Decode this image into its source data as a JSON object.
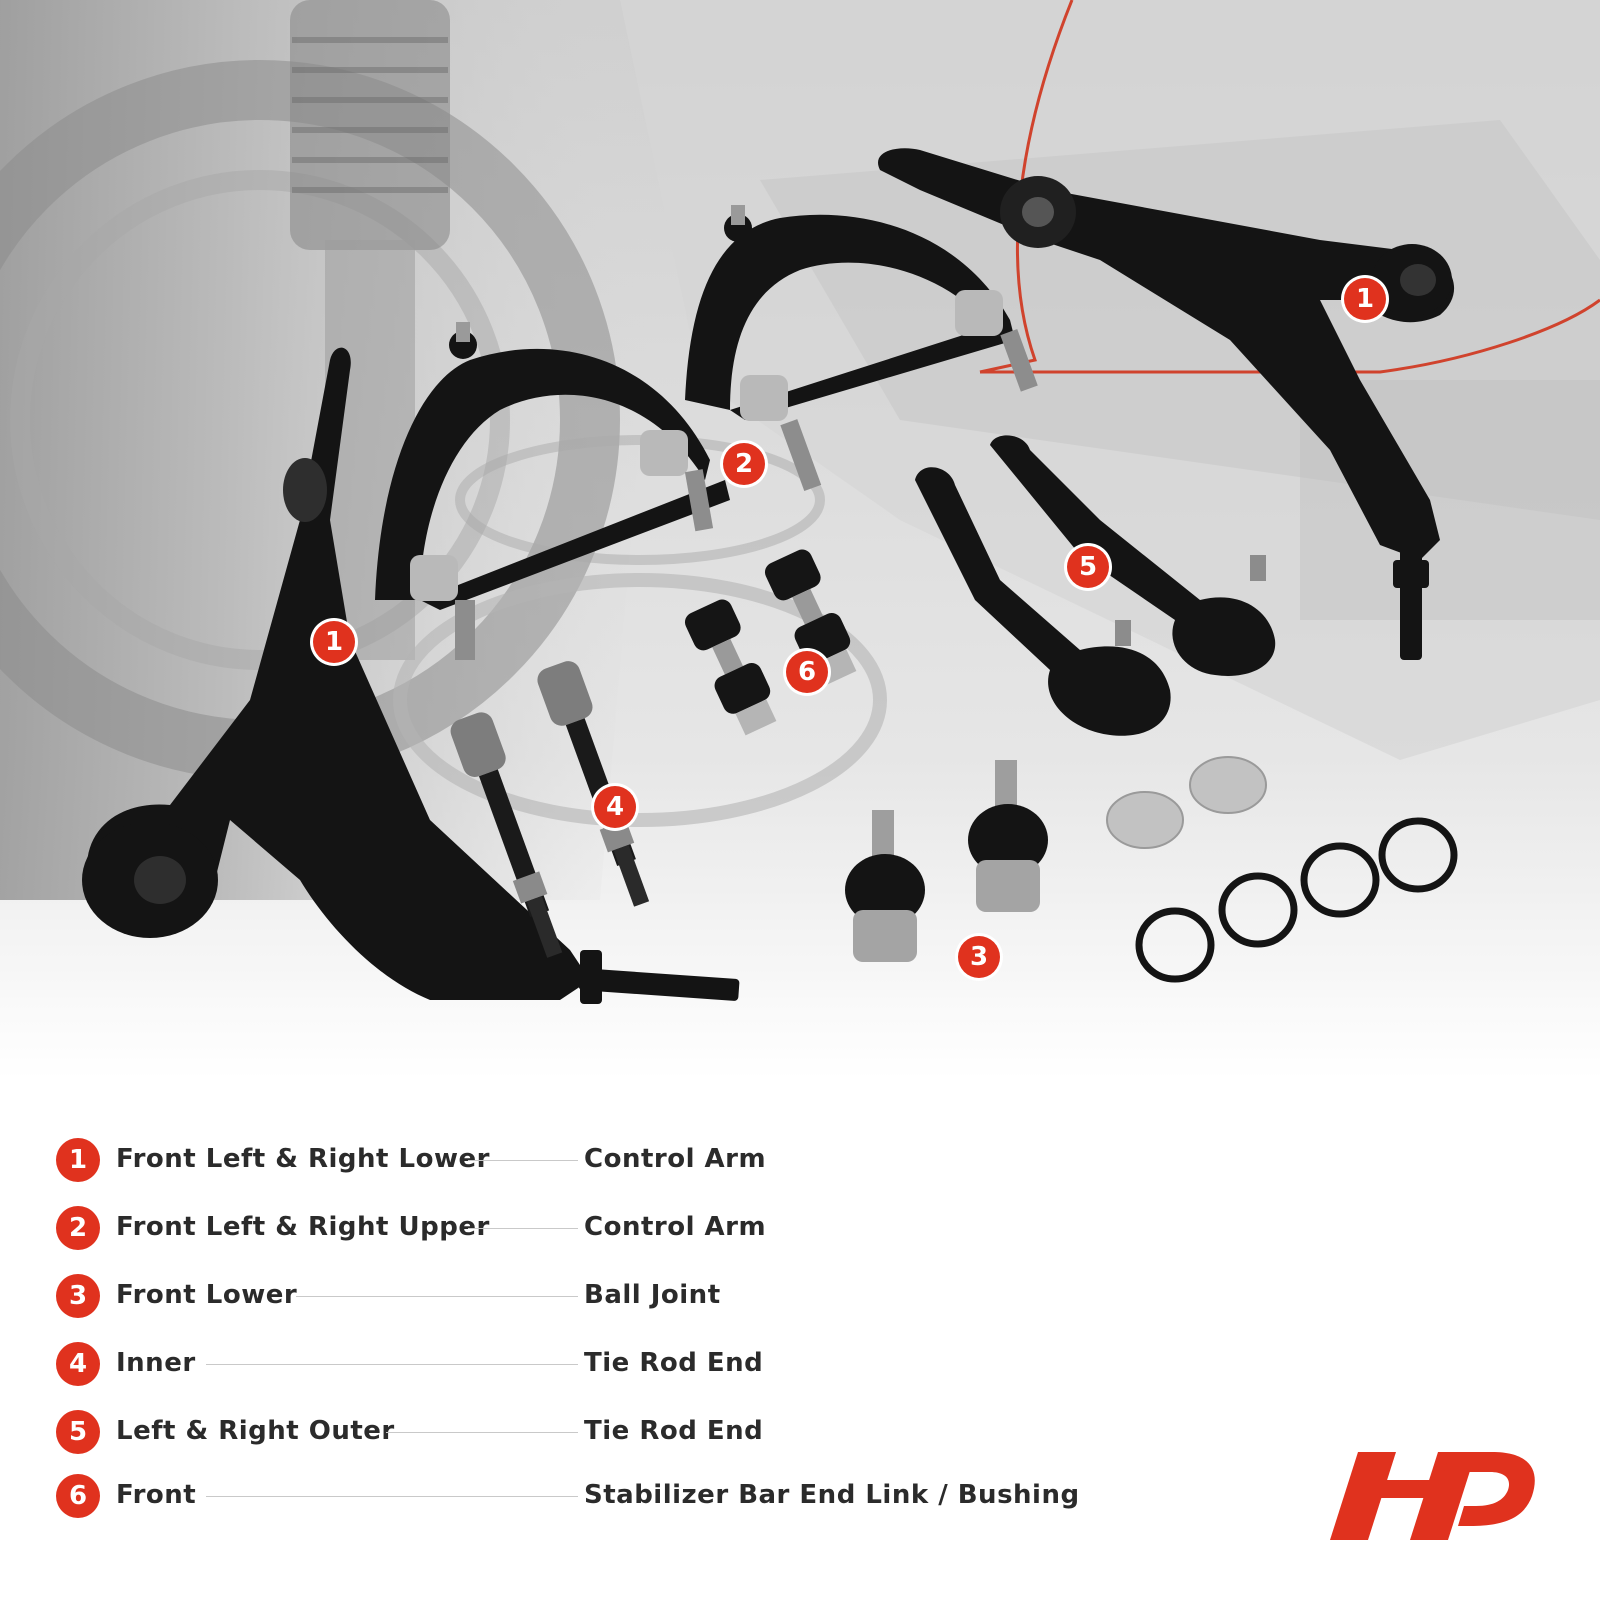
{
  "photo_badges": [
    {
      "n": "1"
    },
    {
      "n": "1"
    },
    {
      "n": "2"
    },
    {
      "n": "3"
    },
    {
      "n": "4"
    },
    {
      "n": "5"
    },
    {
      "n": "6"
    }
  ],
  "legend": [
    {
      "num": "1",
      "left": "Front Left & Right Lower",
      "right": "Control Arm"
    },
    {
      "num": "2",
      "left": "Front Left & Right Upper",
      "right": "Control Arm"
    },
    {
      "num": "3",
      "left": "Front Lower",
      "right": "Ball Joint"
    },
    {
      "num": "4",
      "left": "Inner",
      "right": "Tie Rod End"
    },
    {
      "num": "5",
      "left": "Left & Right Outer",
      "right": "Tie Rod End"
    },
    {
      "num": "6",
      "left": "Front",
      "right": "Stabilizer Bar End Link / Bushing"
    }
  ],
  "colors": {
    "accent": "#e0321e",
    "text": "#2b2b2b",
    "part": "#141414"
  },
  "logo": {
    "icon": "brand-logo-icon"
  }
}
